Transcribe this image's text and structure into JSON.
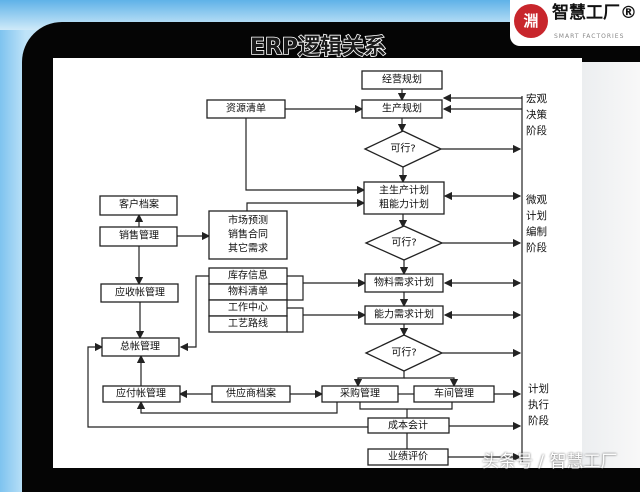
{
  "title": "ERP逻辑关系",
  "logo": {
    "text": "智慧工厂®",
    "mark": "淵",
    "sub": "SMART FACTORIES"
  },
  "watermark": "头条号 / 智慧工厂",
  "nodes": {
    "business_plan": "经营规划",
    "resource_list": "资源清单",
    "production_plan": "生产规划",
    "feasible1": "可行?",
    "mps": "主生产计划",
    "rccp": "粗能力计划",
    "customer_file": "客户档案",
    "sales_mgmt": "销售管理",
    "market_forecast": "市场预测",
    "sales_contract": "销售合同",
    "other_demand": "其它需求",
    "feasible2": "可行?",
    "inventory": "库存信息",
    "bom": "物料清单",
    "work_center": "工作中心",
    "routing": "工艺路线",
    "mrp": "物料需求计划",
    "crp": "能力需求计划",
    "ar_mgmt": "应收帐管理",
    "gl_mgmt": "总帐管理",
    "feasible3": "可行?",
    "ap_mgmt": "应付帐管理",
    "supplier_file": "供应商档案",
    "purchase_mgmt": "采购管理",
    "shop_mgmt": "车间管理",
    "cost_accounting": "成本会计",
    "performance": "业绩评价"
  },
  "stages": {
    "macro": [
      "宏观",
      "决策",
      "阶段"
    ],
    "micro": [
      "微观",
      "计划",
      "编制",
      "阶段"
    ],
    "exec": [
      "计划",
      "执行",
      "阶段"
    ]
  }
}
